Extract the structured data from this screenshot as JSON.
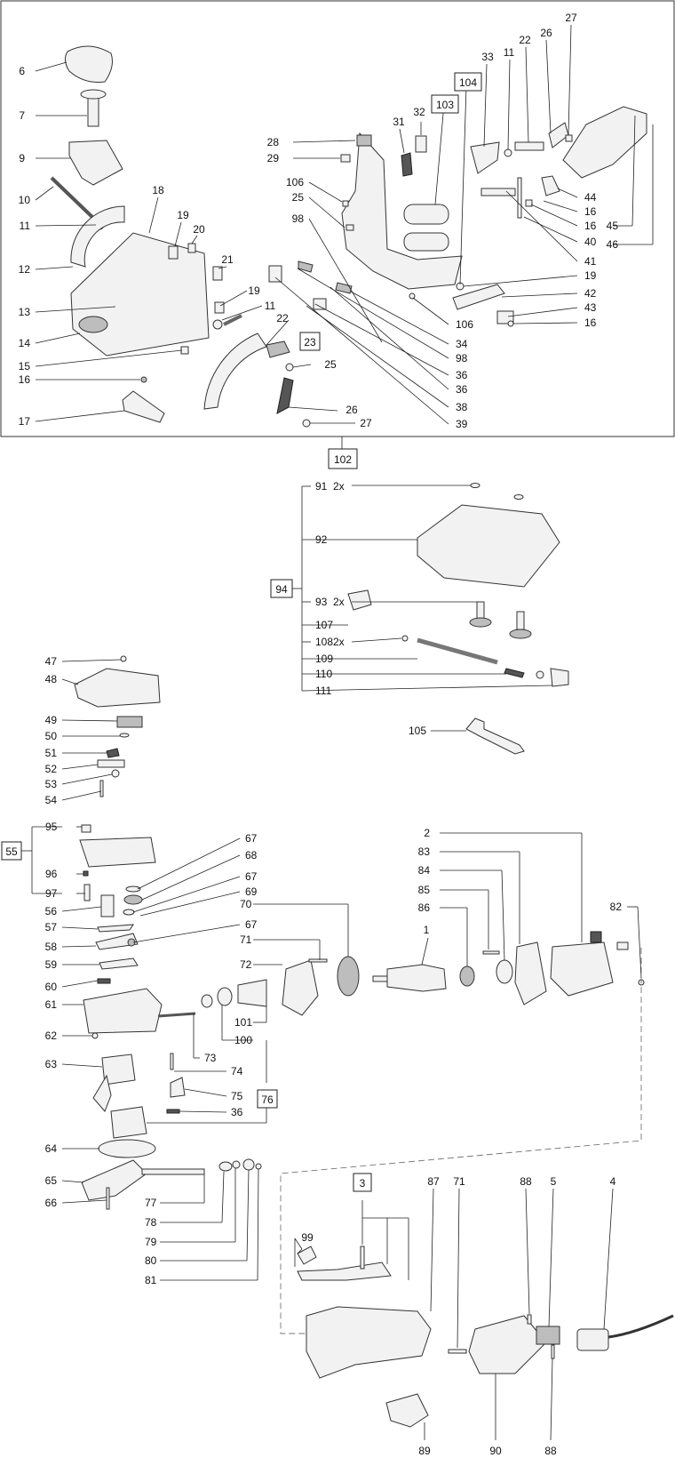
{
  "assembly_boxes": [
    "102",
    "103",
    "104",
    "23",
    "94",
    "55",
    "76",
    "3"
  ],
  "top_left_labels": [
    "6",
    "7",
    "9",
    "10",
    "11",
    "12",
    "13",
    "14",
    "15",
    "16",
    "17",
    "18",
    "19",
    "20",
    "21",
    "19",
    "11",
    "22"
  ],
  "top_right_labels": [
    "25",
    "26",
    "27",
    "28",
    "29",
    "106",
    "25",
    "98",
    "31",
    "32",
    "33",
    "11",
    "22",
    "26",
    "27",
    "44",
    "16",
    "16",
    "40",
    "45",
    "46",
    "41",
    "19",
    "42",
    "43",
    "16",
    "106",
    "34",
    "98",
    "36",
    "36",
    "38",
    "39"
  ],
  "group94_labels": [
    "91",
    "92",
    "93",
    "107",
    "108",
    "109",
    "110",
    "111"
  ],
  "group94_qty": [
    "2x",
    "2x",
    "2x"
  ],
  "wrench_label": "105",
  "left_column_labels": [
    "47",
    "48",
    "49",
    "50",
    "51",
    "52",
    "53",
    "54",
    "95",
    "96",
    "97",
    "56",
    "57",
    "58",
    "59",
    "60",
    "61",
    "62",
    "63",
    "64",
    "65",
    "66"
  ],
  "middle_labels": [
    "67",
    "68",
    "67",
    "69",
    "70",
    "67",
    "71",
    "72",
    "101",
    "100",
    "73",
    "74",
    "75",
    "36",
    "77",
    "78",
    "79",
    "80",
    "81"
  ],
  "motor_labels": [
    "2",
    "83",
    "84",
    "85",
    "86",
    "1",
    "82"
  ],
  "housing_labels": [
    "99",
    "87",
    "71",
    "88",
    "5",
    "4",
    "89",
    "90",
    "88"
  ]
}
